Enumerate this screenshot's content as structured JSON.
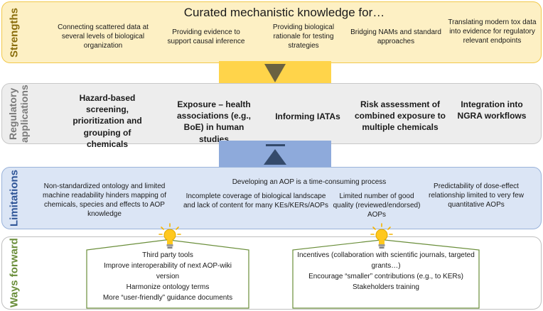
{
  "strengths": {
    "label": "Strengths",
    "title": "Curated mechanistic knowledge for…",
    "items": [
      "Connecting scattered data at several levels of biological organization",
      "Providing evidence to support causal inference",
      "Providing biological rationale for testing strategies",
      "Bridging NAMs and standard approaches",
      "Translating modern tox data into evidence for regulatory relevant endpoints"
    ]
  },
  "regulatory": {
    "label": "Regulatory applications",
    "items": [
      "Hazard-based screening, prioritization and grouping of chemicals",
      "Exposure – health associations (e.g., BoE) in human studies",
      "Informing IATAs",
      "Risk assessment of combined exposure to multiple chemicals",
      "Integration into NGRA workflows"
    ]
  },
  "limitations": {
    "label": "Limitations",
    "items": [
      "Non-standardized ontology and limited machine readability hinders mapping of chemicals, species and effects to AOP knowledge",
      "Developing an AOP is a time-consuming process",
      "Incomplete coverage of biological landscape and lack of content for many KEs/KERs/AOPs",
      "Limited number of good quality (reviewed/endorsed) AOPs",
      "Predictability of dose-effect relationship limited to very few quantitative AOPs"
    ]
  },
  "ways_forward": {
    "label": "Ways forward",
    "left_items": [
      "Third party tools",
      "Improve interoperability of next AOP-wiki version",
      "Harmonize ontology terms",
      "More “user-friendly” guidance documents"
    ],
    "right_items": [
      "Incentives (collaboration with scientific journals, targeted grants…)",
      "Encourage “smaller” contributions (e.g., to KERs)",
      "Stakeholders training"
    ]
  },
  "colors": {
    "strengths_fill": "#fdf0c4",
    "strengths_border": "#f2c84b",
    "strengths_label": "#8a6d0c",
    "regulatory_fill": "#ededed",
    "regulatory_border": "#c8c8c8",
    "regulatory_label": "#7a7a7a",
    "limitations_fill": "#dbe5f5",
    "limitations_border": "#9ab3da",
    "limitations_label": "#2f5597",
    "ways_label": "#6a8e3a",
    "arrow_yellow": "#ffd44a",
    "arrow_blue": "#8eaadb",
    "arrow_dark": "#6b6241",
    "arrow_navy": "#344a6b"
  }
}
